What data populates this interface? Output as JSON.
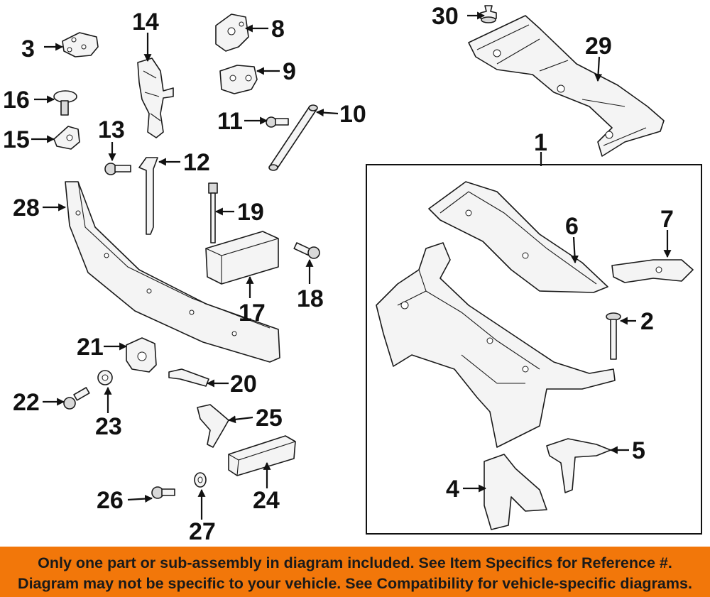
{
  "callouts": {
    "c1": "1",
    "c2": "2",
    "c3": "3",
    "c4": "4",
    "c5": "5",
    "c6": "6",
    "c7": "7",
    "c8": "8",
    "c9": "9",
    "c10": "10",
    "c11": "11",
    "c12": "12",
    "c13": "13",
    "c14": "14",
    "c15": "15",
    "c16": "16",
    "c17": "17",
    "c18": "18",
    "c19": "19",
    "c20": "20",
    "c21": "21",
    "c22": "22",
    "c23": "23",
    "c24": "24",
    "c25": "25",
    "c26": "26",
    "c27": "27",
    "c28": "28",
    "c29": "29",
    "c30": "30"
  },
  "footer": {
    "line1": "Only one part or sub-assembly in diagram included. See Item Specifics for Reference #.",
    "line2": "Diagram may not be specific to your vehicle. See Compatibility for vehicle-specific diagrams."
  }
}
